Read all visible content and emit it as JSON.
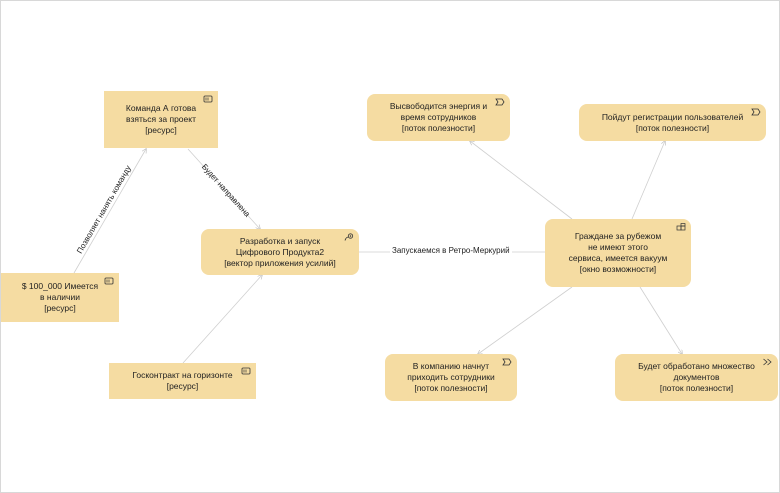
{
  "nodes": {
    "team": {
      "text": "Команда А готова\nвзяться за проект\n[ресурс]",
      "icon": "resource-icon"
    },
    "money": {
      "text": "$ 100_000 Имеется\nв наличии\n[ресурс]",
      "icon": "resource-icon"
    },
    "goscontract": {
      "text": "Госконтракт на горизонте\n[ресурс]",
      "icon": "resource-icon"
    },
    "product": {
      "text": "Разработка и запуск\nЦифрового Продукта2\n[вектор приложения усилий]",
      "icon": "course-of-action-icon"
    },
    "citizens": {
      "text": "Граждане за рубежом\nне имеют этого\nсервиса, имеется вакуум\n[окно возможности]",
      "icon": "opportunity-icon"
    },
    "energy": {
      "text": "Высвободится энергия и\nвремя сотрудников\n[поток полезности]",
      "icon": "value-stream-icon"
    },
    "registrations": {
      "text": "Пойдут регистрации пользователей\n[поток полезности]",
      "icon": "value-stream-icon"
    },
    "employees": {
      "text": "В компанию начнут\nприходить сотрудники\n[поток полезности]",
      "icon": "value-stream-icon"
    },
    "documents": {
      "text": "Будет обработано множество\nдокументов\n[поток полезности]",
      "icon": "value-stream-icon"
    }
  },
  "edges": {
    "money_team": "Позволяет нанять команду",
    "team_product": "Будет направлена",
    "product_citizens": "Запускаемся в Ретро-Меркурий"
  },
  "colors": {
    "node_fill": "#f5dca2",
    "edge": "#c8c8c8",
    "background": "#ffffff"
  }
}
